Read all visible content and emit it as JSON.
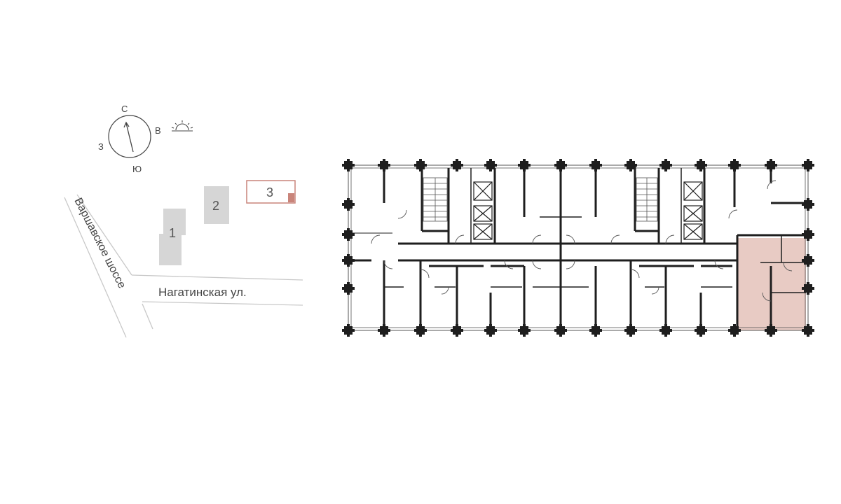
{
  "compass": {
    "north": "С",
    "south": "Ю",
    "west": "З",
    "east": "В",
    "sun_icon": "sun-rise-icon"
  },
  "site_plan": {
    "street_highway": "Варшавское шоссе",
    "street_main": "Нагатинская ул.",
    "buildings": [
      {
        "label": "1",
        "selected": false
      },
      {
        "label": "2",
        "selected": false
      },
      {
        "label": "3",
        "selected": true
      }
    ]
  },
  "floor_plan": {
    "selected_unit": "corner-right-apartment"
  },
  "colors": {
    "accent": "#c9847a",
    "highlight_fill": "#e8cbc4",
    "building_gray": "#d6d6d6",
    "wall": "#1e1e1e",
    "thin_line": "#555555",
    "street_line": "#c8c8c8"
  }
}
